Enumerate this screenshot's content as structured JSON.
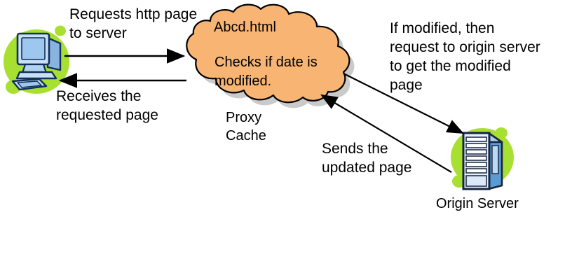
{
  "diagram": {
    "type": "network-flow-diagram",
    "title_text_present": false,
    "background_color": "#ffffff",
    "nodes": [
      {
        "id": "client",
        "icon": "desktop-computer-icon",
        "label": "",
        "blob_color": "#a8e032",
        "body_color": "#a8cbee"
      },
      {
        "id": "proxy",
        "icon": "cloud-icon",
        "label": "Proxy\nCache",
        "fill_color": "#f7b473",
        "stroke_color": "#000000",
        "shadow_color": "#9e9e9e",
        "inner_text_line1": "Abcd.html",
        "inner_text_line2": "Checks if date is\nmodified."
      },
      {
        "id": "origin",
        "icon": "server-rack-icon",
        "label": "Origin Server",
        "blob_color": "#a8e032",
        "body_color": "#6fa8dc"
      }
    ],
    "edges": [
      {
        "id": "client-to-proxy",
        "from": "client",
        "to": "proxy",
        "direction": "right",
        "label": "Requests http page\nto server"
      },
      {
        "id": "proxy-to-client",
        "from": "proxy",
        "to": "client",
        "direction": "left",
        "label": "Receives the\nrequested page"
      },
      {
        "id": "proxy-to-origin",
        "from": "proxy",
        "to": "origin",
        "direction": "down-right",
        "label": "If modified, then\nrequest to origin server\nto get the modified\npage"
      },
      {
        "id": "origin-to-proxy",
        "from": "origin",
        "to": "proxy",
        "direction": "up-left",
        "label": "Sends the\nupdated page"
      }
    ]
  },
  "labels": {
    "requests_http_page": "Requests http page\nto server",
    "receives_requested_page": "Receives the\nrequested page",
    "if_modified": "If modified, then\nrequest to origin server\nto get the modified\npage",
    "sends_updated_page": "Sends the\nupdated page",
    "proxy_cache": "Proxy\nCache",
    "origin_server": "Origin Server",
    "abcd_html": "Abcd.html",
    "checks_if_date": "Checks if date is\nmodified."
  },
  "colors": {
    "cloud_fill": "#f7b473",
    "cloud_stroke": "#000000",
    "cloud_shadow": "#9e9e9e",
    "blob_green": "#a8e032",
    "monitor_blue": "#a8cbee",
    "monitor_dark": "#1a3a6b",
    "server_blue": "#5b9bd5",
    "server_dark": "#16243f",
    "arrow_black": "#000000",
    "text_black": "#000000"
  }
}
